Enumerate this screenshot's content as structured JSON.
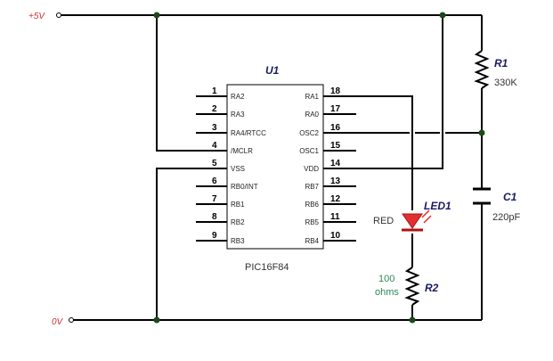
{
  "power": {
    "vcc_label": "+5V",
    "gnd_label": "0V"
  },
  "chip": {
    "ref": "U1",
    "part": "PIC16F84",
    "left_pins": [
      {
        "num": "1",
        "name": "RA2"
      },
      {
        "num": "2",
        "name": "RA3"
      },
      {
        "num": "3",
        "name": "RA4/RTCC"
      },
      {
        "num": "4",
        "name": "/MCLR"
      },
      {
        "num": "5",
        "name": "VSS"
      },
      {
        "num": "6",
        "name": "RB0/INT"
      },
      {
        "num": "7",
        "name": "RB1"
      },
      {
        "num": "8",
        "name": "RB2"
      },
      {
        "num": "9",
        "name": "RB3"
      }
    ],
    "right_pins": [
      {
        "num": "18",
        "name": "RA1"
      },
      {
        "num": "17",
        "name": "RA0"
      },
      {
        "num": "16",
        "name": "OSC2"
      },
      {
        "num": "15",
        "name": "OSC1"
      },
      {
        "num": "14",
        "name": "VDD"
      },
      {
        "num": "13",
        "name": "RB7"
      },
      {
        "num": "12",
        "name": "RB6"
      },
      {
        "num": "11",
        "name": "RB5"
      },
      {
        "num": "10",
        "name": "RB4"
      }
    ]
  },
  "r1": {
    "ref": "R1",
    "value": "330K"
  },
  "c1": {
    "ref": "C1",
    "value": "220pF"
  },
  "led1": {
    "ref": "LED1",
    "color": "RED"
  },
  "r2": {
    "ref": "R2",
    "value_line1": "100",
    "value_line2": "ohms"
  },
  "colors": {
    "wire": "#000000",
    "led": "#e03030",
    "r2_value": "#2e8b57",
    "power_label": "#cc3333"
  }
}
